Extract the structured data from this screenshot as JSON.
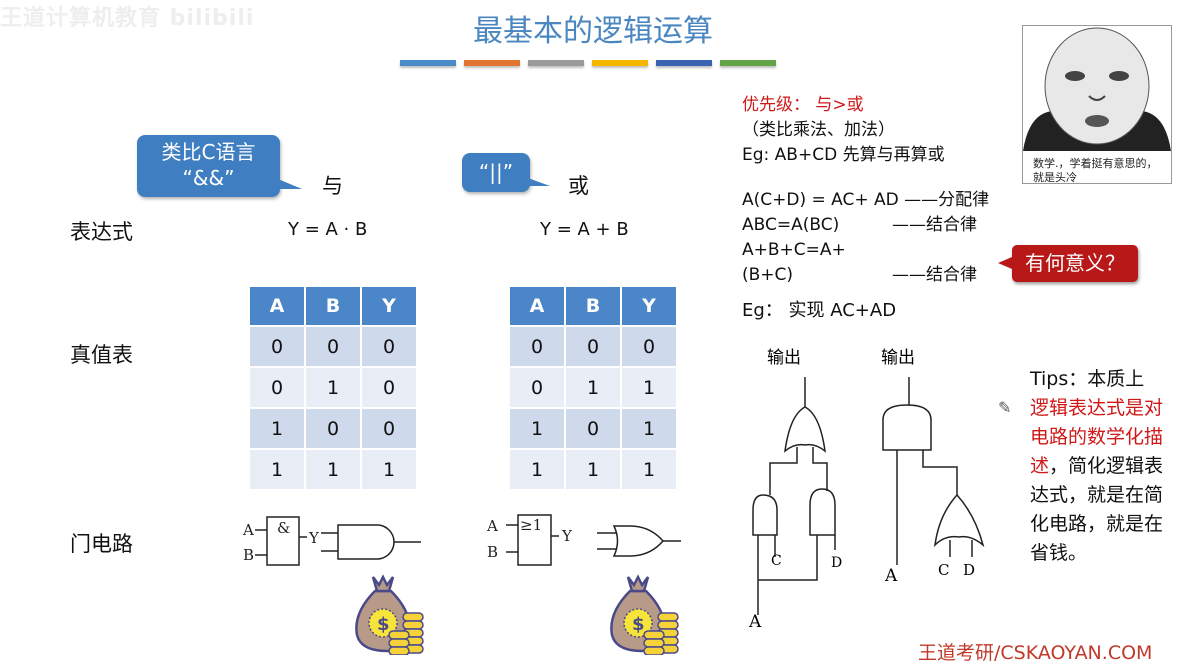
{
  "watermark": "王道计算机教育 bilibili",
  "title": "最基本的逻辑运算",
  "title_bar_colors": [
    "#4a8cc8",
    "#e27432",
    "#9a9a9a",
    "#f5b800",
    "#3b64b0",
    "#63a546"
  ],
  "callouts": {
    "and_analogy_line1": "类比C语言",
    "and_analogy_line2": "“&&”",
    "or_analogy": "“||”"
  },
  "columns": {
    "and": "与",
    "or": "或"
  },
  "rows": {
    "expression": "表达式",
    "truth_table": "真值表",
    "gate_circuit": "门电路"
  },
  "expressions": {
    "and": "Y = A · B",
    "or": "Y = A + B"
  },
  "truth_tables": {
    "and": {
      "headers": [
        "A",
        "B",
        "Y"
      ],
      "rows": [
        [
          "0",
          "0",
          "0"
        ],
        [
          "0",
          "1",
          "0"
        ],
        [
          "1",
          "0",
          "0"
        ],
        [
          "1",
          "1",
          "1"
        ]
      ]
    },
    "or": {
      "headers": [
        "A",
        "B",
        "Y"
      ],
      "rows": [
        [
          "0",
          "0",
          "0"
        ],
        [
          "0",
          "1",
          "1"
        ],
        [
          "1",
          "0",
          "1"
        ],
        [
          "1",
          "1",
          "1"
        ]
      ]
    }
  },
  "gates": {
    "and_symbol": "&",
    "or_symbol": "≥1",
    "in_a": "A",
    "in_b": "B",
    "out_y": "Y"
  },
  "notes": {
    "priority": "优先级：  与>或",
    "analogy": "（类比乘法、加法）",
    "eg1": "Eg: AB+CD   先算与再算或",
    "law1": "A(C+D) = AC+ AD  ——分配律",
    "law2_expr": "ABC=A(BC)",
    "law2_name": "——结合律",
    "law3_expr": "A+B+C=A+(B+C)",
    "law3_name": "——结合律",
    "question": "有何意义？",
    "eg2": "Eg：  实现 AC+AD"
  },
  "meme_caption": "数学.，学着挺有意思的，就是头冷",
  "handdrawn": {
    "output": "输出",
    "a": "A",
    "c": "C",
    "d": "D"
  },
  "tips": {
    "prefix": "Tips：本质上",
    "highlight": "逻辑表达式是对电路的数学化描述",
    "rest": "，简化逻辑表达式，就是在简化电路，就是在省钱。"
  },
  "footer": "王道考研/CSKAOYAN.COM"
}
